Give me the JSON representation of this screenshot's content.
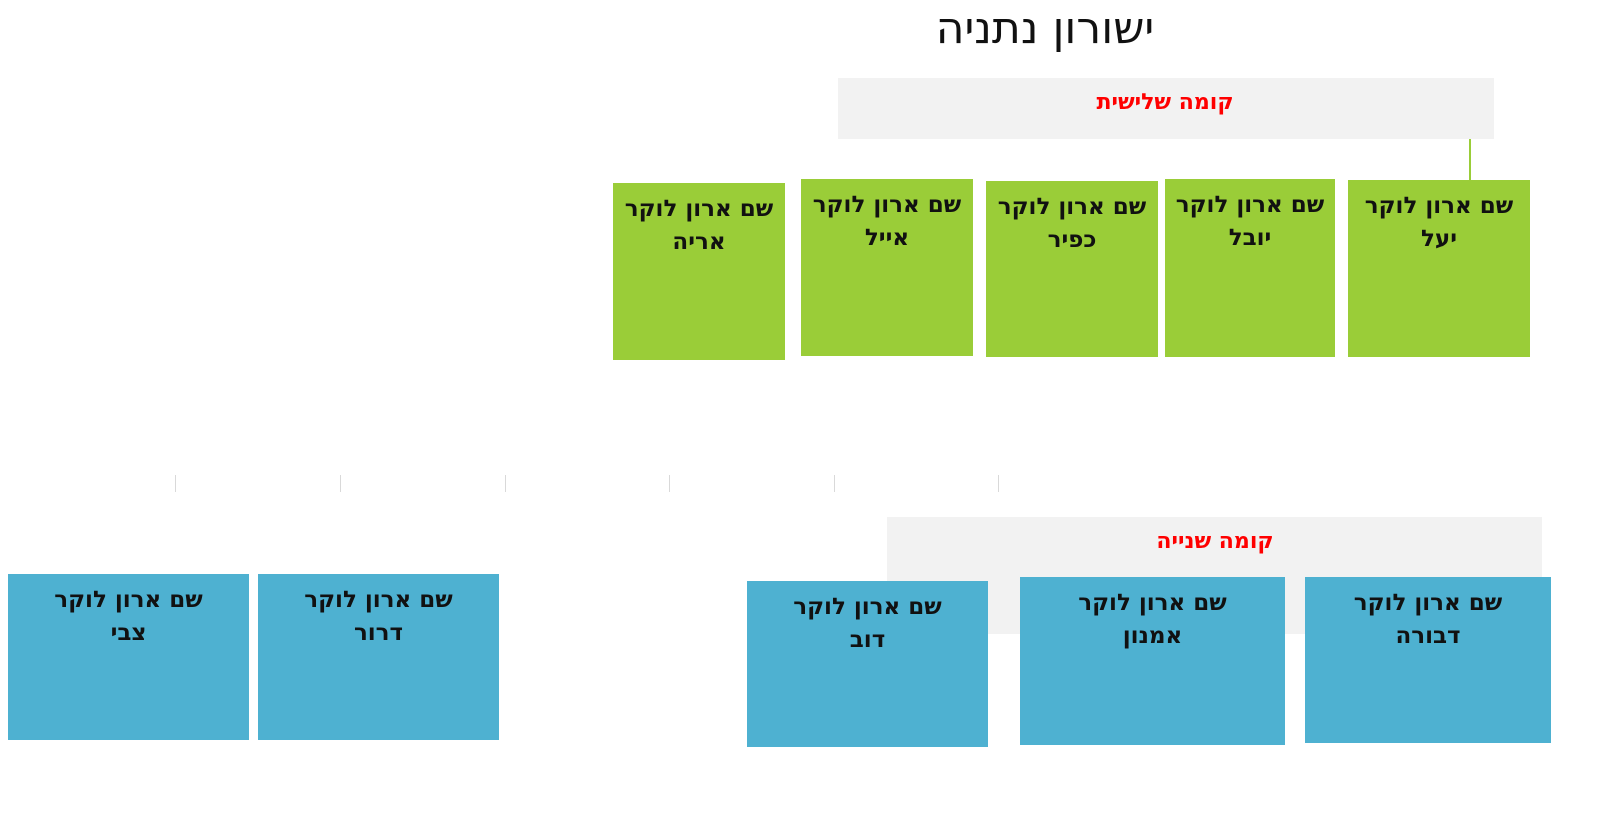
{
  "title": "ישורון נתניה",
  "floors": {
    "third": {
      "label": "קומה שלישית",
      "lockers": [
        {
          "prefix": "שם ארון לוקר",
          "name": "יעל"
        },
        {
          "prefix": "שם ארון לוקר",
          "name": "יובל"
        },
        {
          "prefix": "שם ארון לוקר",
          "name": "כפיר"
        },
        {
          "prefix": "שם ארון לוקר",
          "name": "אייל"
        },
        {
          "prefix": "שם ארון לוקר",
          "name": "אריה"
        }
      ]
    },
    "second": {
      "label": "קומה שנייה",
      "lockers": [
        {
          "prefix": "שם ארון לוקר",
          "name": "דבורה"
        },
        {
          "prefix": "שם ארון לוקר",
          "name": "אמנון"
        },
        {
          "prefix": "שם ארון לוקר",
          "name": "דוב"
        },
        {
          "prefix": "שם ארון לוקר",
          "name": "דרור"
        },
        {
          "prefix": "שם ארון לוקר",
          "name": "צבי"
        }
      ]
    }
  },
  "colors": {
    "third_floor_locker": "#9acd38",
    "second_floor_locker": "#4eb1d1",
    "floor_label": "#ff0000",
    "floor_band": "#f2f2f2"
  }
}
